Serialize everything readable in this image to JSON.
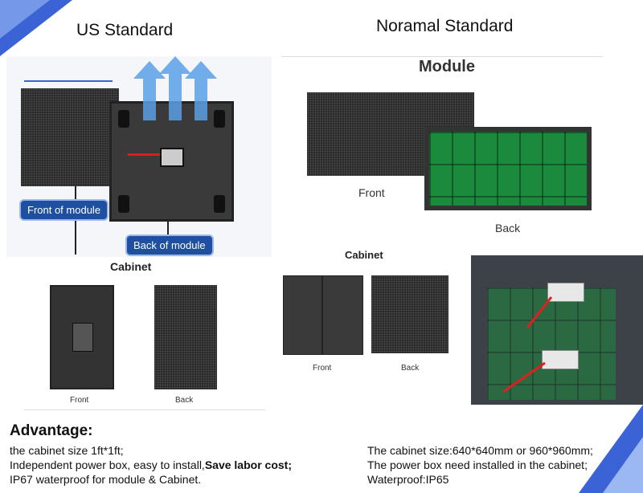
{
  "us": {
    "title": "US  Standard",
    "front_pill": "Front of module",
    "back_pill": "Back of module",
    "cabinet_label": "Cabinet",
    "front_label": "Front",
    "back_label": "Back"
  },
  "normal": {
    "title": "Noramal Standard",
    "module_heading": "Module",
    "front_label": "Front",
    "back_label": "Back",
    "cabinet_label": "Cabinet",
    "cab_front_label": "Front",
    "cab_back_label": "Back"
  },
  "advantage": {
    "heading": "Advantage:",
    "left": {
      "line1": "the cabinet size 1ft*1ft;",
      "line2_prefix": "Independent power box, easy to install,",
      "line2_bold": "Save labor cost;",
      "line3": "IP67 waterproof for module & Cabinet."
    },
    "right": {
      "line1": "The cabinet size:640*640mm or 960*960mm;",
      "line2": "The power box need installed in the cabinet;",
      "line3": "Waterproof:IP65"
    }
  },
  "colors": {
    "accent": "#3b63d6",
    "pill": "#1f4fa0",
    "arrow": "#5aa0e8",
    "pcb": "#1b8a3d"
  }
}
